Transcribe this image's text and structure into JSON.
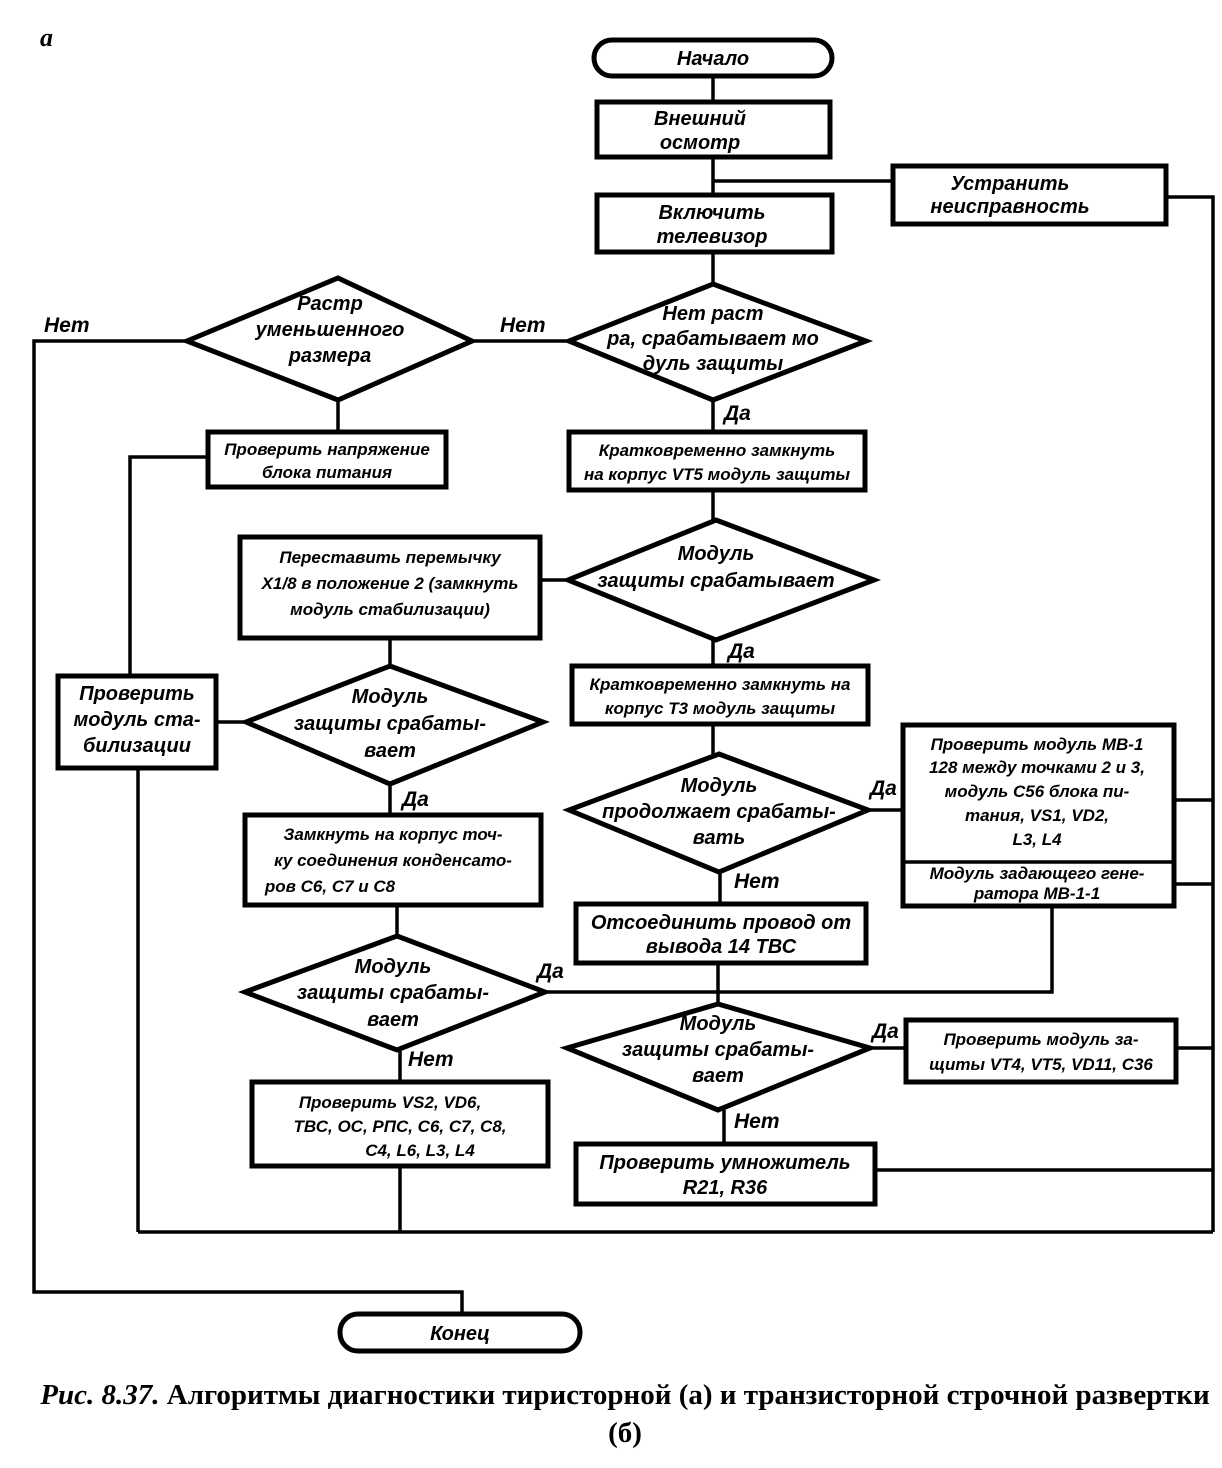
{
  "panel_label": "а",
  "nodes": {
    "start": "Начало",
    "inspect": [
      "Внешний",
      "осмотр"
    ],
    "power_on": [
      "Включить",
      "телевизор"
    ],
    "fix": [
      "Устранить",
      "неисправность"
    ],
    "d_no_raster": [
      "Нет раст",
      "ра, срабатывает мо",
      "дуль защиты"
    ],
    "d_small_raster": [
      "Растр",
      "уменьшенного",
      "размера"
    ],
    "check_psu": [
      "Проверить напряжение",
      "блока питания"
    ],
    "short_vt5": [
      "Кратковременно замкнуть",
      "на корпус VT5 модуль защиты"
    ],
    "d_prot1": [
      "Модуль",
      "защиты срабатывает"
    ],
    "jumper": [
      "Переставить перемычку",
      "Х1/8 в положение 2 (замкнуть",
      "модуль стабилизации)"
    ],
    "d_prot2": [
      "Модуль",
      "защиты срабаты-",
      "вает"
    ],
    "check_stab": [
      "Проверить",
      "модуль ста-",
      "билизации"
    ],
    "short_t3": [
      "Кратковременно замкнуть на",
      "корпус Т3 модуль защиты"
    ],
    "d_continues": [
      "Модуль",
      "продолжает срабаты-",
      "вать"
    ],
    "check_mv": [
      "Проверить модуль МВ-1",
      "128 между точками 2 и 3,",
      "модуль С56 блока пи-",
      "тания, VS1, VD2,",
      "L3, L4"
    ],
    "master_gen": [
      "Модуль задающего гене-",
      "ратора МВ-1-1"
    ],
    "short_caps": [
      "Замкнуть на корпус точ-",
      "ку соединения конденсато-",
      "ров С6, С7 и С8"
    ],
    "disconnect": [
      "Отсоединить провод от",
      "вывода 14 ТВС"
    ],
    "d_prot3": [
      "Модуль",
      "защиты срабаты-",
      "вает"
    ],
    "d_prot4": [
      "Модуль",
      "защиты срабаты-",
      "вает"
    ],
    "check_prot_mod": [
      "Проверить модуль за-",
      "щиты VT4, VT5, VD11, С36"
    ],
    "check_vs2": [
      "Проверить VS2, VD6,",
      "ТВС, ОС, РПС, С6, С7, С8,",
      "С4, L6, L3, L4"
    ],
    "check_mult": [
      "Проверить умножитель",
      "R21, R36"
    ],
    "end": "Конец"
  },
  "edge_labels": {
    "no_1": "Нет",
    "no_2": "Нет",
    "yes_1": "Да",
    "yes_2": "Да",
    "yes_3": "Да",
    "no_3": "Нет",
    "yes_4": "Да",
    "yes_5": "Да",
    "no_4": "Нет",
    "yes_6": "Да",
    "no_5": "Нет"
  },
  "caption": {
    "figure": "Рис. 8.37.",
    "text": "Алгоритмы диагностики тиристорной (а) и транзисторной строчной развертки (б)"
  }
}
